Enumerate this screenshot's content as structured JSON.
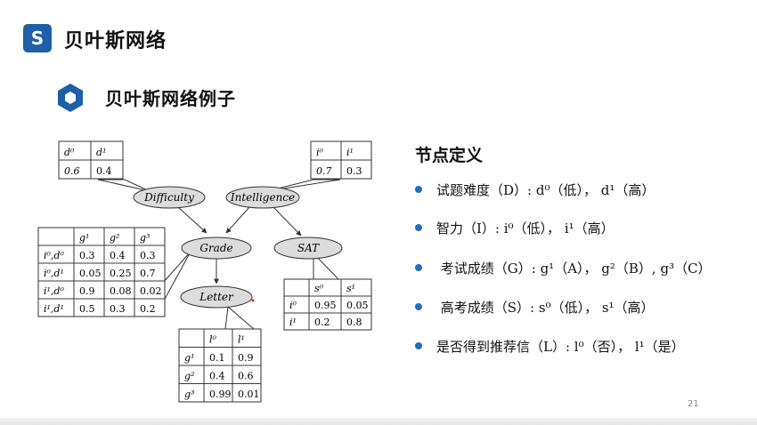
{
  "header": {
    "logo_glyph": "S",
    "title": "贝叶斯网络"
  },
  "section": {
    "title": "贝叶斯网络例子"
  },
  "diagram": {
    "nodes": {
      "difficulty": "Difficulty",
      "intelligence": "Intelligence",
      "grade": "Grade",
      "sat": "SAT",
      "letter": "Letter"
    },
    "tables": {
      "difficulty": {
        "headers": [
          "d⁰",
          "d¹"
        ],
        "rows": [
          [
            "0.6",
            "0.4"
          ]
        ]
      },
      "intelligence": {
        "headers": [
          "i⁰",
          "i¹"
        ],
        "rows": [
          [
            "0.7",
            "0.3"
          ]
        ]
      },
      "grade": {
        "headers": [
          "",
          "g¹",
          "g²",
          "g³"
        ],
        "rows": [
          [
            "i⁰,d⁰",
            "0.3",
            "0.4",
            "0.3"
          ],
          [
            "i⁰,d¹",
            "0.05",
            "0.25",
            "0.7"
          ],
          [
            "i¹,d⁰",
            "0.9",
            "0.08",
            "0.02"
          ],
          [
            "i¹,d¹",
            "0.5",
            "0.3",
            "0.2"
          ]
        ]
      },
      "sat": {
        "headers": [
          "",
          "s⁰",
          "s¹"
        ],
        "rows": [
          [
            "i⁰",
            "0.95",
            "0.05"
          ],
          [
            "i¹",
            "0.2",
            "0.8"
          ]
        ]
      },
      "letter": {
        "headers": [
          "",
          "l⁰",
          "l¹"
        ],
        "rows": [
          [
            "g¹",
            "0.1",
            "0.9"
          ],
          [
            "g²",
            "0.4",
            "0.6"
          ],
          [
            "g³",
            "0.99",
            "0.01"
          ]
        ]
      }
    }
  },
  "definitions": {
    "title": "节点定义",
    "items": [
      "试题难度（D）: d⁰（低）， d¹（高）",
      "智力（I）: i⁰（低）， i¹（高）",
      " 考试成绩（G）: g¹（A）， g²（B）, g³（C）",
      " 高考成绩（S）: s⁰（低）， s¹（高）",
      "是否得到推荐信（L）: l⁰（否）， l¹（是）"
    ]
  },
  "page_number": "21"
}
